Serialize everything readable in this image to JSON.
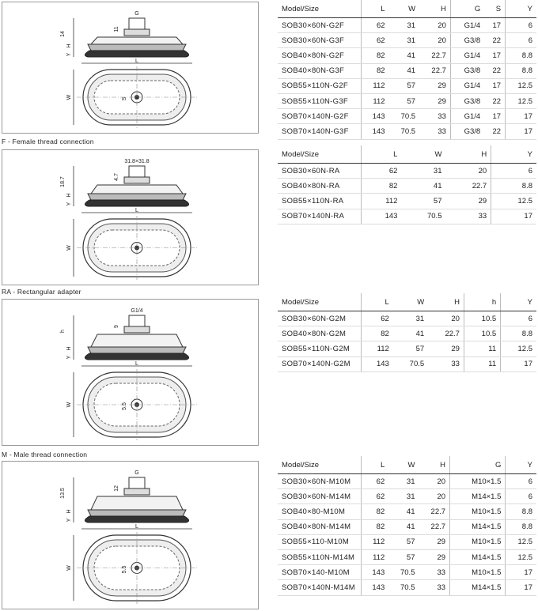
{
  "sections": [
    {
      "caption": "F - Female thread connection",
      "diagram_labels": {
        "top": "G",
        "side1": "14",
        "side2": "11",
        "h": "H",
        "y": "Y",
        "l": "L",
        "w": "W",
        "s": "S"
      },
      "columns": [
        "Model/Size",
        "L",
        "W",
        "H",
        "G",
        "S",
        "Y"
      ],
      "rows": [
        [
          "SOB30×60N-G2F",
          "62",
          "31",
          "20",
          "G1/4",
          "17",
          "6"
        ],
        [
          "SOB30×60N-G3F",
          "62",
          "31",
          "20",
          "G3/8",
          "22",
          "6"
        ],
        [
          "SOB40×80N-G2F",
          "82",
          "41",
          "22.7",
          "G1/4",
          "17",
          "8.8"
        ],
        [
          "SOB40×80N-G3F",
          "82",
          "41",
          "22.7",
          "G3/8",
          "22",
          "8.8"
        ],
        [
          "SOB55×110N-G2F",
          "112",
          "57",
          "29",
          "G1/4",
          "17",
          "12.5"
        ],
        [
          "SOB55×110N-G3F",
          "112",
          "57",
          "29",
          "G3/8",
          "22",
          "12.5"
        ],
        [
          "SOB70×140N-G2F",
          "143",
          "70.5",
          "33",
          "G1/4",
          "17",
          "17"
        ],
        [
          "SOB70×140N-G3F",
          "143",
          "70.5",
          "33",
          "G3/8",
          "22",
          "17"
        ]
      ]
    },
    {
      "caption": "RA - Rectangular adapter",
      "diagram_labels": {
        "top": "31.8×31.8",
        "side1": "18.7",
        "side2": "4.7",
        "h": "H",
        "y": "Y",
        "l": "L",
        "w": "W"
      },
      "columns": [
        "Model/Size",
        "L",
        "W",
        "H",
        "Y"
      ],
      "rows": [
        [
          "SOB30×60N-RA",
          "62",
          "31",
          "20",
          "6"
        ],
        [
          "SOB40×80N-RA",
          "82",
          "41",
          "22.7",
          "8.8"
        ],
        [
          "SOB55×110N-RA",
          "112",
          "57",
          "29",
          "12.5"
        ],
        [
          "SOB70×140N-RA",
          "143",
          "70.5",
          "33",
          "17"
        ]
      ]
    },
    {
      "caption": "M - Male thread connection",
      "diagram_labels": {
        "top": "G1/4",
        "side1": "h",
        "side2": "9",
        "h": "H",
        "y": "Y",
        "l": "L",
        "w": "W",
        "s": "5.5"
      },
      "columns": [
        "Model/Size",
        "L",
        "W",
        "H",
        "h",
        "Y"
      ],
      "rows": [
        [
          "SOB30×60N-G2M",
          "62",
          "31",
          "20",
          "10.5",
          "6"
        ],
        [
          "SOB40×80N-G2M",
          "82",
          "41",
          "22.7",
          "10.5",
          "8.8"
        ],
        [
          "SOB55×110N-G2M",
          "112",
          "57",
          "29",
          "11",
          "12.5"
        ],
        [
          "SOB70×140N-G2M",
          "143",
          "70.5",
          "33",
          "11",
          "17"
        ]
      ]
    },
    {
      "diagram_labels": {
        "top": "G",
        "side1": "13.5",
        "side2": "12",
        "h": "H",
        "y": "Y",
        "l": "L",
        "w": "W",
        "s": "5.5"
      },
      "columns": [
        "Model/Size",
        "L",
        "W",
        "H",
        "G",
        "Y"
      ],
      "rows": [
        [
          "SOB30×60N-M10M",
          "62",
          "31",
          "20",
          "M10×1.5",
          "6"
        ],
        [
          "SOB30×60N-M14M",
          "62",
          "31",
          "20",
          "M14×1.5",
          "6"
        ],
        [
          "SOB40×80-M10M",
          "82",
          "41",
          "22.7",
          "M10×1.5",
          "8.8"
        ],
        [
          "SOB40×80N-M14M",
          "82",
          "41",
          "22.7",
          "M14×1.5",
          "8.8"
        ],
        [
          "SOB55×110-M10M",
          "112",
          "57",
          "29",
          "M10×1.5",
          "12.5"
        ],
        [
          "SOB55×110N-M14M",
          "112",
          "57",
          "29",
          "M14×1.5",
          "12.5"
        ],
        [
          "SOB70×140-M10M",
          "143",
          "70.5",
          "33",
          "M10×1.5",
          "17"
        ],
        [
          "SOB70×140N-M14M",
          "143",
          "70.5",
          "33",
          "M14×1.5",
          "17"
        ]
      ]
    }
  ]
}
